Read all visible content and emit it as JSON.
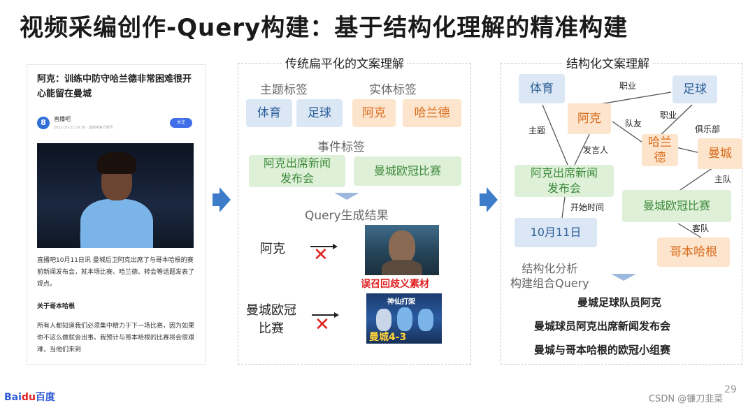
{
  "title": "视频采编创作-Query构建：基于结构化理解的精准构建",
  "article": {
    "headline": "阿克：训练中防守哈兰德非常困难很开心能留在曼城",
    "author_avatar": "8",
    "author": "直播吧",
    "meta": "2022-10-31 09:36 · 直播吧官方账号",
    "follow_label": "关注",
    "body": "直播吧10月11日讯 曼城后卫阿克出席了与哥本哈根的赛前新闻发布会，就本场比赛、哈兰德、转会等话题发表了观点。",
    "subheading": "关于哥本哈根",
    "body2": "所有人都知道我们必须集中精力于下一场比赛，因为如果你不这么做就会出事。我预计与哥本哈根的比赛将会很艰难，当他们来到"
  },
  "flat_panel": {
    "title": "传统扁平化的文案理解",
    "topic_label": "主题标签",
    "entity_label": "实体标签",
    "topic_tags": [
      "体育",
      "足球"
    ],
    "entity_tags": [
      "阿克",
      "哈兰德"
    ],
    "event_label": "事件标签",
    "event_tags": [
      "阿克出席新闻\n发布会",
      "曼城欧冠比赛"
    ],
    "query_label": "Query生成结果",
    "rows": [
      {
        "query": "阿克",
        "caption": "误召回歧义素材"
      },
      {
        "query": "曼城欧冠\n比赛",
        "thumb_top": "神仙打架",
        "thumb_bottom": "曼城4-3"
      }
    ],
    "x_icon": "x-mark-icon"
  },
  "struct_panel": {
    "title": "结构化文案理解",
    "nodes": {
      "sport": "体育",
      "football": "足球",
      "ake": "阿克",
      "haaland": "哈兰\n德",
      "mancity": "曼城",
      "press": "阿克出席新闻\n发布会",
      "ucl": "曼城欧冠比赛",
      "date": "10月11日",
      "copenhagen": "哥本哈根"
    },
    "edges": {
      "career1": "职业",
      "teammate": "队友",
      "career2": "职业",
      "club": "俱乐部",
      "topic": "主题",
      "speaker": "发言人",
      "home": "主队",
      "start": "开始时间",
      "away": "客队"
    },
    "analysis_label": "结构化分析\n构建组合Query",
    "results": [
      "曼城足球队员阿克",
      "曼城球员阿克出席新闻发布会",
      "曼城与哥本哈根的欧冠小组赛"
    ]
  },
  "footer": {
    "logo_b": "Bai",
    "logo_du": "du",
    "logo_cn": "百度",
    "page_number": "29",
    "watermark": "CSDN @镰刀韭菜"
  },
  "colors": {
    "blue_tag": "#dbe7f5",
    "orange_tag": "#fde4cc",
    "green_tag": "#def0d8",
    "arrow": "#3d7cc9",
    "error": "#e02020"
  }
}
